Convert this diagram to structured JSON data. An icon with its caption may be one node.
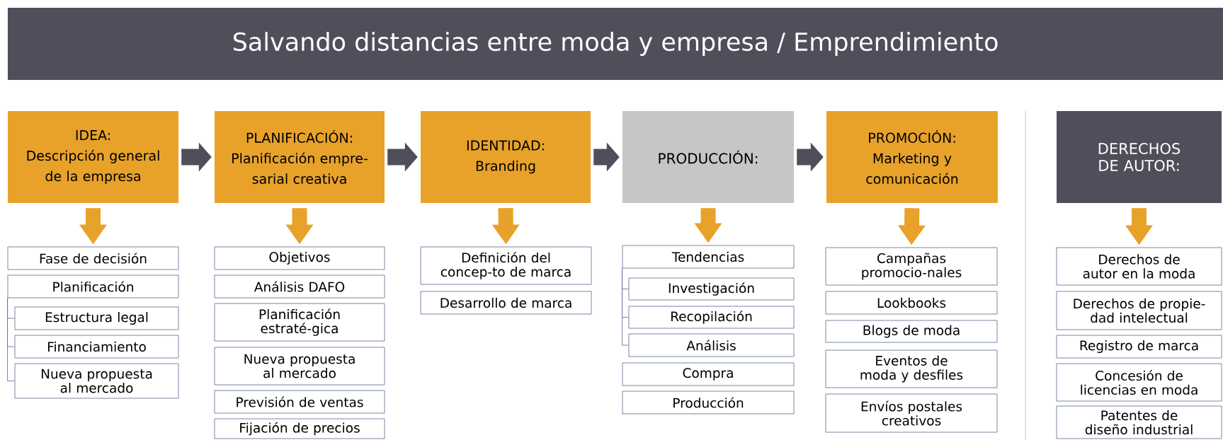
{
  "diagram": {
    "title": "Salvando distancias entre moda y empresa / Emprendimiento",
    "nodes": [
      {
        "text": [
          "IDEA:",
          "Descripción general de la empresa"
        ]
      },
      {
        "text": [
          "PLANIFICACIÓN:",
          "Planificación empre-sarial creativa"
        ]
      },
      {
        "text": [
          "IDENTIDAD:",
          "Branding"
        ]
      },
      {
        "text": [
          "PRODUCCIÓN:"
        ]
      },
      {
        "text": [
          "PROMOCIÓN:",
          "Marketing y comunicación"
        ]
      },
      {
        "text": [
          "DERECHOS DE AUTOR:"
        ]
      },
      {
        "text": [
          "Fase de decisión"
        ]
      },
      {
        "text": [
          "Planificación"
        ]
      },
      {
        "text": [
          "Estructura legal"
        ]
      },
      {
        "text": [
          "Financiamiento"
        ]
      },
      {
        "text": [
          "Nueva propuesta al mercado"
        ]
      },
      {
        "text": [
          "Objetivos"
        ]
      },
      {
        "text": [
          "Análisis DAFO"
        ]
      },
      {
        "text": [
          "Planificación estraté-gica"
        ]
      },
      {
        "text": [
          "Nueva propuesta al mercado"
        ]
      },
      {
        "text": [
          "Previsión de ventas"
        ]
      },
      {
        "text": [
          "Fijación de precios"
        ]
      },
      {
        "text": [
          "Definición del concep-to de marca"
        ]
      },
      {
        "text": [
          "Desarrollo de marca"
        ]
      },
      {
        "text": [
          "Tendencias"
        ]
      },
      {
        "text": [
          "Investigación"
        ]
      },
      {
        "text": [
          "Recopilación"
        ]
      },
      {
        "text": [
          "Análisis"
        ]
      },
      {
        "text": [
          "Compra"
        ]
      },
      {
        "text": [
          "Producción"
        ]
      },
      {
        "text": [
          "Campañas promocio-nales"
        ]
      },
      {
        "text": [
          "Lookbooks"
        ]
      },
      {
        "text": [
          "Blogs de moda"
        ]
      },
      {
        "text": [
          "Eventos de moda y desfiles"
        ]
      },
      {
        "text": [
          "Envíos postales creativos"
        ]
      },
      {
        "text": [
          "Derechos de autor en la moda"
        ]
      },
      {
        "text": [
          "Derechos de propie-dad intelectual"
        ]
      },
      {
        "text": [
          "Registro de marca"
        ]
      },
      {
        "text": [
          "Concesión de licencias en moda"
        ]
      },
      {
        "text": [
          "Patentes de diseño industrial"
        ]
      }
    ],
    "edges": [
      {
        "from": 0,
        "to": 1,
        "arrow": "to",
        "color": "#4f4e5a"
      },
      {
        "from": 1,
        "to": 2,
        "arrow": "to",
        "color": "#4f4e5a"
      },
      {
        "from": 2,
        "to": 3,
        "arrow": "to",
        "color": "#4f4e5a"
      },
      {
        "from": 3,
        "to": 4,
        "arrow": "to",
        "color": "#4f4e5a"
      },
      {
        "from": 0,
        "to": 6,
        "arrow": "to",
        "color": "#e8a22a"
      },
      {
        "from": 1,
        "to": 11,
        "arrow": "to",
        "color": "#e8a22a"
      },
      {
        "from": 2,
        "to": 17,
        "arrow": "to",
        "color": "#e8a22a"
      },
      {
        "from": 3,
        "to": 19,
        "arrow": "to",
        "color": "#e8a22a"
      },
      {
        "from": 4,
        "to": 25,
        "arrow": "to",
        "color": "#e8a22a"
      },
      {
        "from": 5,
        "to": 30,
        "arrow": "to",
        "color": "#e8a22a"
      },
      {
        "from": 7,
        "to": 8,
        "arrow": "none",
        "color": "#6a7898"
      },
      {
        "from": 7,
        "to": 9,
        "arrow": "none",
        "color": "#6a7898"
      },
      {
        "from": 7,
        "to": 10,
        "arrow": "none",
        "color": "#6a7898"
      },
      {
        "from": 19,
        "to": 20,
        "arrow": "none",
        "color": "#6a7898"
      },
      {
        "from": 19,
        "to": 21,
        "arrow": "none",
        "color": "#6a7898"
      },
      {
        "from": 19,
        "to": 22,
        "arrow": "none",
        "color": "#6a7898"
      }
    ]
  }
}
